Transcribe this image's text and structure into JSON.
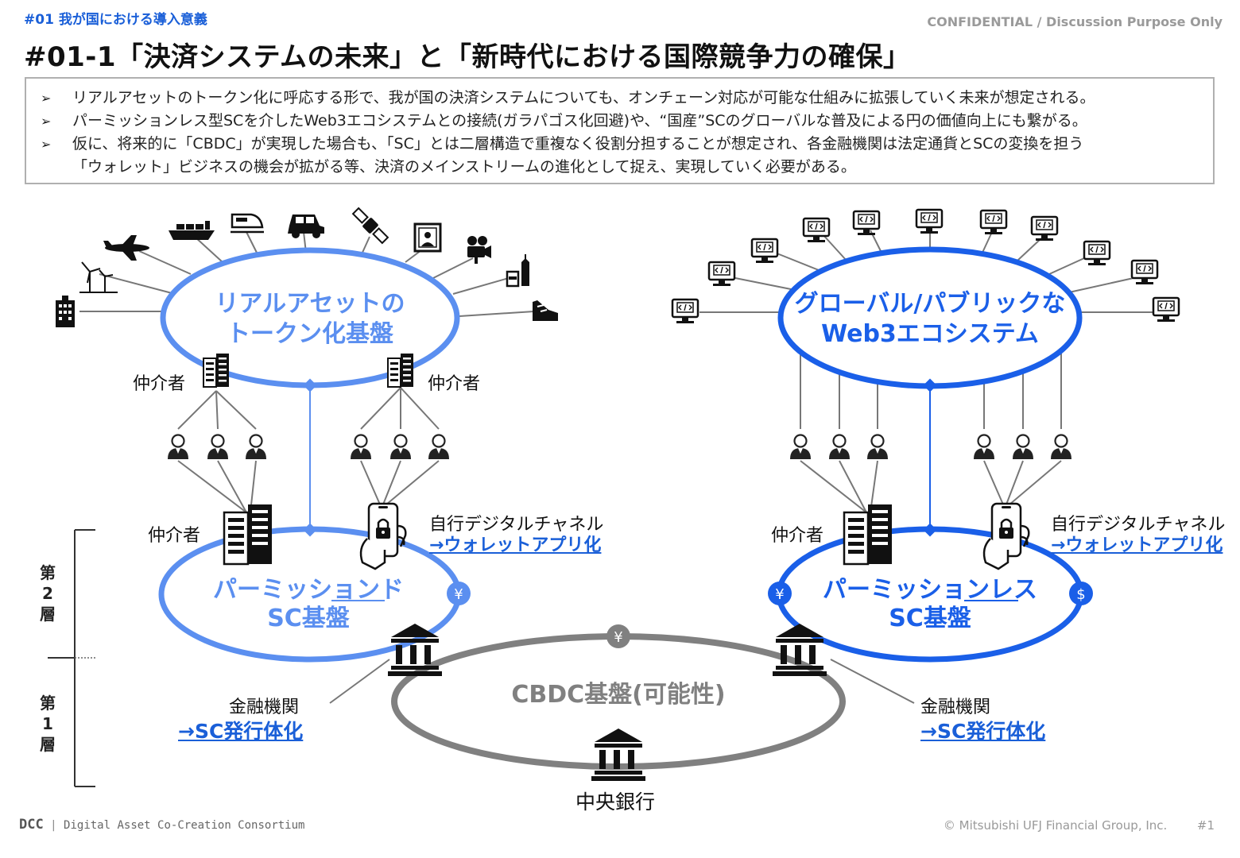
{
  "header": {
    "section_tag": "#01 我が国における導入意義",
    "confidential": "CONFIDENTIAL / Discussion Purpose Only",
    "title": "#01-1「決済システムの未来」と「新時代における国際競争力の確保」"
  },
  "summary": {
    "bullet_marker": "➢",
    "bullets": [
      "リアルアセットのトークン化に呼応する形で、我が国の決済システムについても、オンチェーン対応が可能な仕組みに拡張していく未来が想定される。",
      "パーミッションレス型SCを介したWeb3エコシステムとの接続(ガラパゴス化回避)や、“国産”SCのグローバルな普及による円の価値向上にも繋がる。",
      "仮に、将来的に「CBDC」が実現した場合も、「SC」とは二層構造で重複なく役割分担することが想定され、各金融機関は法定通貨とSCの変換を担う"
    ],
    "bullet3_cont": "「ウォレット」ビジネスの機会が拡がる等、決済のメインストリームの進化として捉え、実現していく必要がある。"
  },
  "diagram": {
    "ring_real_asset": [
      "リアルアセットの",
      "トークン化基盤"
    ],
    "ring_web3": [
      "グローバル/パブリックな",
      "Web3エコシステム"
    ],
    "ring_permissioned": [
      "パーミッションド",
      "SC基盤"
    ],
    "ring_permissionless": [
      "パーミッションレス",
      "SC基盤"
    ],
    "ring_cbdc": "CBDC基盤(可能性)",
    "intermediary": "仲介者",
    "digital_channel": "自行デジタルチャネル",
    "wallet_app": "→ウォレットアプリ化",
    "financial_institution": "金融機関",
    "sc_issuer": "→SC発行体化",
    "central_bank": "中央銀行",
    "yen": "¥",
    "dollar": "$",
    "layer2": [
      "第",
      "2",
      "層"
    ],
    "layer1": [
      "第",
      "1",
      "層"
    ]
  },
  "colors": {
    "light_blue": "#5b8ff0",
    "blue": "#1a5fe8",
    "gray": "#808080",
    "accent": "#1a5fd8"
  },
  "footer": {
    "logo": "DCC",
    "consortium": "Digital Asset Co-Creation Consortium",
    "copyright": "© Mitsubishi UFJ Financial Group, Inc.",
    "page": "#1"
  }
}
